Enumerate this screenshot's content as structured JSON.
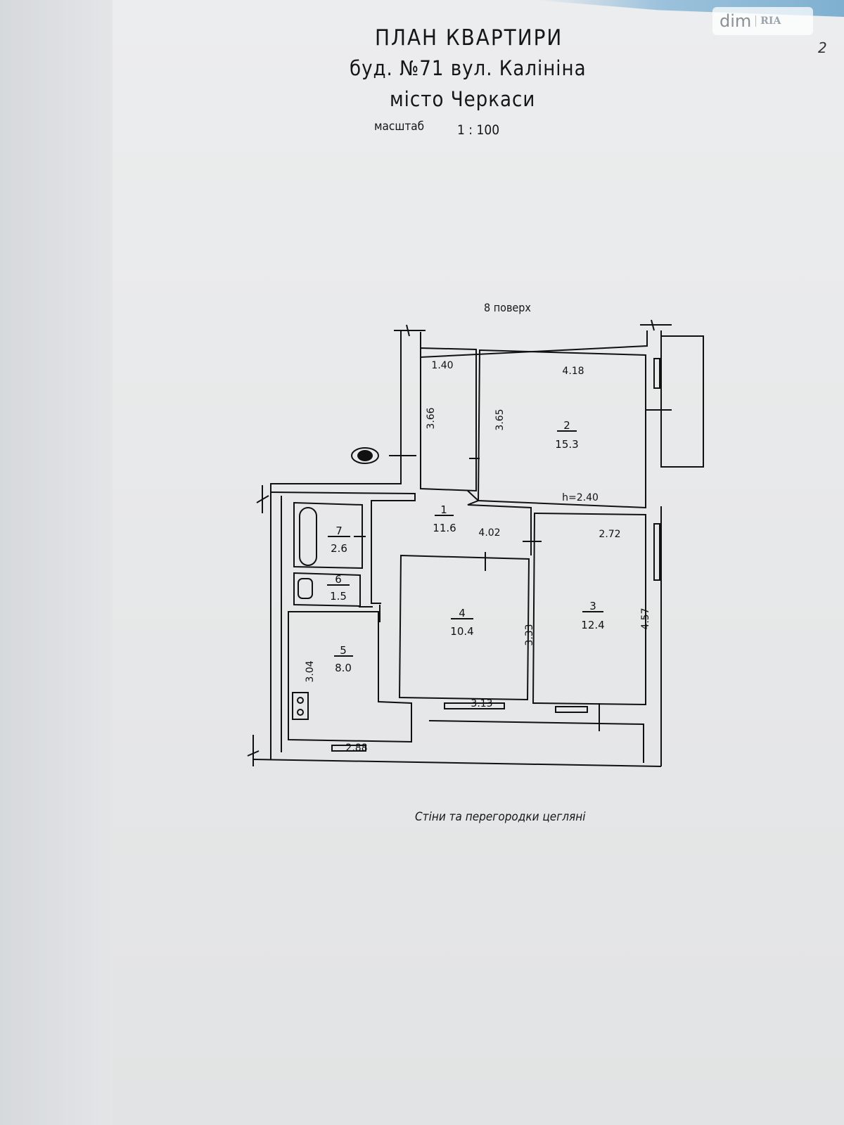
{
  "watermark": {
    "brand": "dim",
    "suffix": "RIA"
  },
  "page_number": "2",
  "header": {
    "title": "ПЛАН КВАРТИРИ",
    "address": "буд. №71  вул. Калініна",
    "city": "місто Черкаси",
    "scale_label": "масштаб",
    "scale_value": "1 : 100"
  },
  "floor_label": "8 поверх",
  "rooms": [
    {
      "number": "1",
      "area": "11.6"
    },
    {
      "number": "2",
      "area": "15.3"
    },
    {
      "number": "3",
      "area": "12.4"
    },
    {
      "number": "4",
      "area": "10.4"
    },
    {
      "number": "5",
      "area": "8.0"
    },
    {
      "number": "6",
      "area": "1.5"
    },
    {
      "number": "7",
      "area": "2.6"
    }
  ],
  "dimensions": {
    "corridor_width": "1.40",
    "corridor_length": "3.66",
    "room2_depth": "3.65",
    "room2_width": "4.18",
    "ceiling_height": "h=2.40",
    "hall_length": "4.02",
    "room3_width": "2.72",
    "room3_length": "4.57",
    "room4_length": "3.33",
    "room4_width": "3.13",
    "room5_length": "3.04",
    "room5_width": "2.88"
  },
  "footer_note": "Стіни та перегородки цегляні"
}
